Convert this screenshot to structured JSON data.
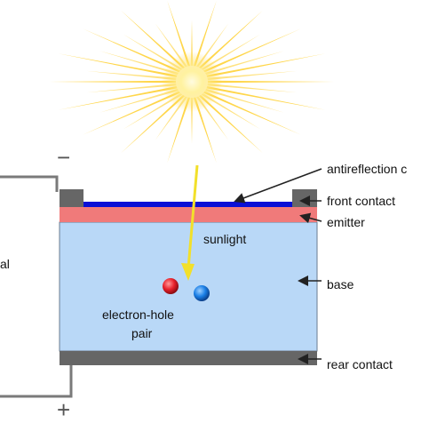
{
  "labels": {
    "antireflection": "antireflection c",
    "front_contact": "front contact",
    "emitter": "emitter",
    "base": "base",
    "rear_contact": "rear contact",
    "sunlight": "sunlight",
    "electron_hole_line1": "electron-hole",
    "electron_hole_line2": "pair",
    "left_cut": "al",
    "minus": "−",
    "plus": "+"
  },
  "colors": {
    "base": "#b9d8f7",
    "emitter": "#f07a7a",
    "antireflection": "#0a10d6",
    "contact": "#666666",
    "wire": "#7a7a7a",
    "sun_core": "#fff6b0",
    "sun_ray": "#ffcf2a",
    "sunlight_arrow": "#f2e02a",
    "electron": "#e8222c",
    "hole": "#1a7fe6"
  },
  "icons": [
    "sun-icon",
    "electron-particle",
    "hole-particle"
  ]
}
